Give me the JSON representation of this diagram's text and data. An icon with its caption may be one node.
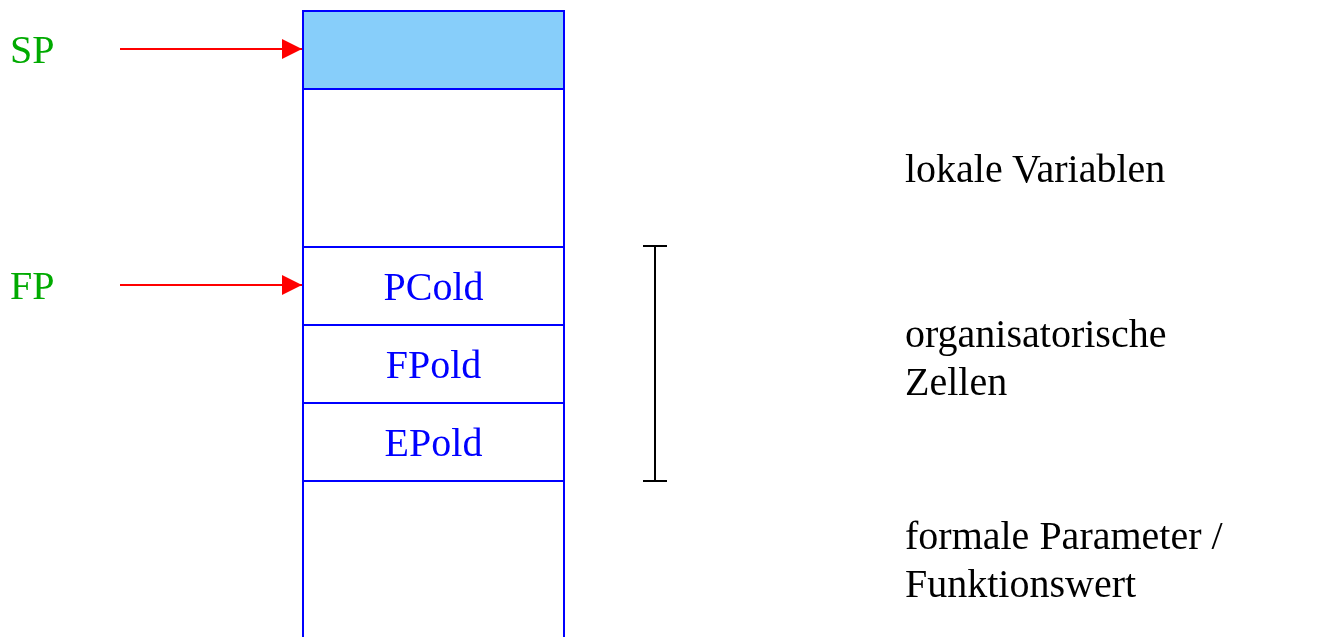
{
  "diagram": {
    "nodes": [
      {
        "text": [
          "SP"
        ]
      },
      {
        "text": [],
        "shape": "box"
      },
      {
        "text": [],
        "shape": "box"
      },
      {
        "text": [
          "FP"
        ]
      },
      {
        "text": [
          "PCold"
        ]
      },
      {
        "text": [
          "FPold"
        ]
      },
      {
        "text": [
          "EPold"
        ]
      },
      {
        "text": [],
        "shape": "box"
      }
    ],
    "edges": [
      {
        "from": 0,
        "to": 1,
        "arrow": "to"
      },
      {
        "from": 3,
        "to": 4,
        "arrow": "to"
      }
    ],
    "labels": [
      "lokale Variablen",
      "organisatorische Zellen",
      "formale Parameter / Funktionswert"
    ]
  }
}
